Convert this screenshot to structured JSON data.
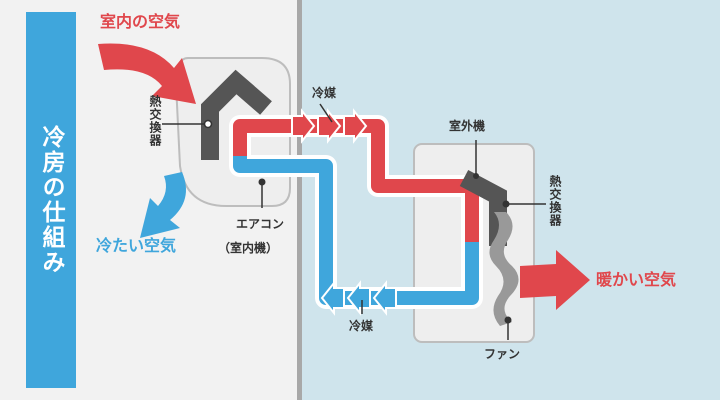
{
  "title": "冷房の仕組み",
  "labels": {
    "indoor_air": "室内の空気",
    "cold_air": "冷たい空気",
    "warm_air": "暖かい空気",
    "heat_exchanger_indoor": "熱交換器",
    "heat_exchanger_outdoor": "熱交換器",
    "aircon": "エアコン",
    "aircon_sub": "（室内機）",
    "refrigerant_top": "冷媒",
    "refrigerant_bottom": "冷媒",
    "outdoor_unit": "室外機",
    "fan": "ファン"
  },
  "colors": {
    "indoor_bg": "#f2f2f2",
    "outdoor_bg": "#cfe4ec",
    "divider": "#a8a8a8",
    "hot": "#e0474c",
    "cold": "#3fa6dc",
    "unit": "#eeeeee",
    "exchanger": "#555555",
    "fan": "#999999",
    "outline": "#ffffff",
    "text": "#333333"
  }
}
